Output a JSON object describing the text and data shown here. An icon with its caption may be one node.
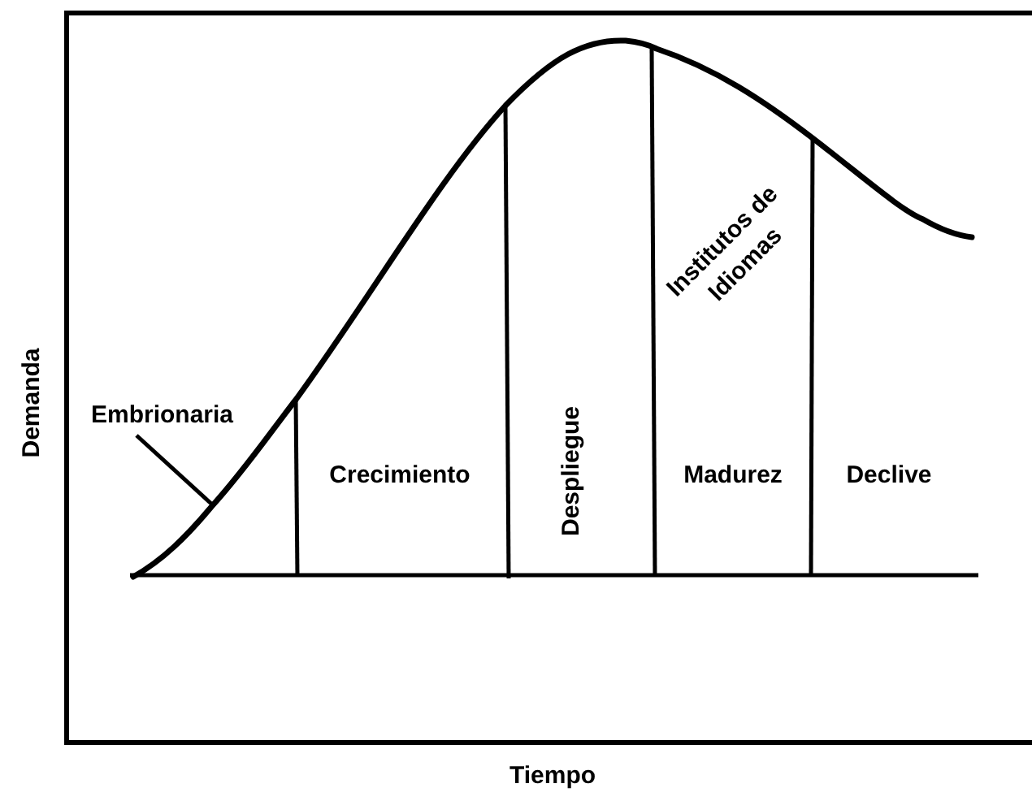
{
  "diagram": {
    "nodes": [
      {
        "text": [
          "Embrionaria"
        ]
      },
      {
        "text": [],
        "shape": "curve"
      }
    ],
    "edges": [
      {
        "from": 0,
        "to": 1,
        "arrow": "none"
      }
    ],
    "labels": [
      "Institutos de Idiomas",
      "Demanda",
      "Crecimiento",
      "Despliegue",
      "Madurez",
      "Declive",
      "Tiempo"
    ]
  }
}
